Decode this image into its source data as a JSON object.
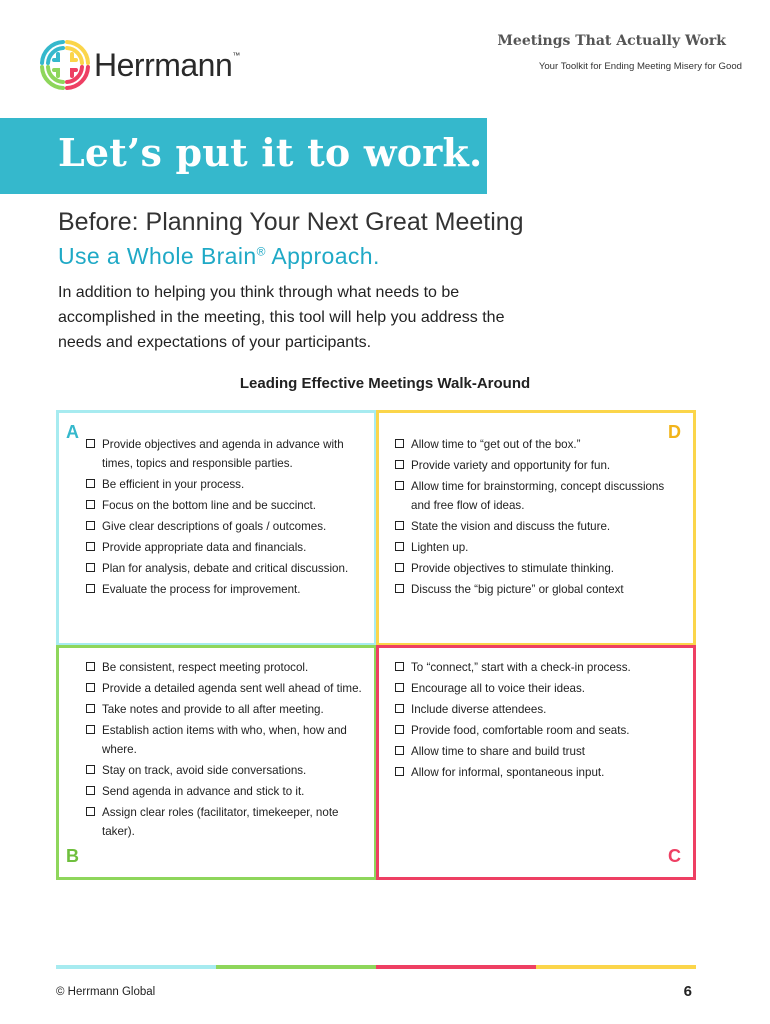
{
  "header": {
    "logo_text": "Herrmann",
    "logo_tm": "™",
    "doc_title": "Meetings That Actually Work",
    "doc_subtitle": "Your Toolkit for Ending Meeting Misery for Good"
  },
  "banner": {
    "text": "Let’s put it to work."
  },
  "section": {
    "heading": "Before: Planning Your Next Great Meeting",
    "sub_pre": "Use a Whole Brain",
    "sub_reg": "®",
    "sub_post": " Approach.",
    "intro": "In addition to helping you think through what needs to be accomplished in the meeting, this tool will help you address the needs and expectations of your participants."
  },
  "walkaround": {
    "title": "Leading Effective Meetings Walk-Around",
    "quadrant_a": {
      "letter": "A",
      "color": "#a7ebf0",
      "items": [
        "Provide objectives and agenda in advance with times, topics and responsible parties.",
        "Be efficient in your process.",
        "Focus on the bottom line and be succinct.",
        "Give clear descriptions of goals / outcomes.",
        "Provide appropriate data and financials.",
        "Plan for analysis, debate and critical discussion.",
        "Evaluate the process for improvement."
      ]
    },
    "quadrant_d": {
      "letter": "D",
      "color": "#fbd54a",
      "items": [
        "Allow time to “get out of the box.”",
        "Provide variety and opportunity for fun.",
        "Allow time for brainstorming, concept discussions and free flow of ideas.",
        "State the vision and discuss the future.",
        "Lighten up.",
        "Provide objectives to stimulate thinking.",
        "Discuss the “big picture” or global context"
      ]
    },
    "quadrant_b": {
      "letter": "B",
      "color": "#8ed65b",
      "items": [
        "Be consistent, respect meeting protocol.",
        "Provide a detailed agenda sent well ahead of time.",
        "Take notes and provide to all after meeting.",
        "Establish action items with who, when, how and where.",
        "Stay on track, avoid side conversations.",
        "Send agenda in advance and stick to it.",
        "Assign clear roles (facilitator, timekeeper, note taker)."
      ]
    },
    "quadrant_c": {
      "letter": "C",
      "color": "#ee3f63",
      "items": [
        "To “connect,” start with a check-in process.",
        "Encourage all to voice their ideas.",
        "Include diverse attendees.",
        "Provide food, comfortable room and seats.",
        "Allow time to share and build trust",
        "Allow for informal, spontaneous input."
      ]
    }
  },
  "footer": {
    "copyright": "© Herrmann Global",
    "page_number": "6"
  }
}
